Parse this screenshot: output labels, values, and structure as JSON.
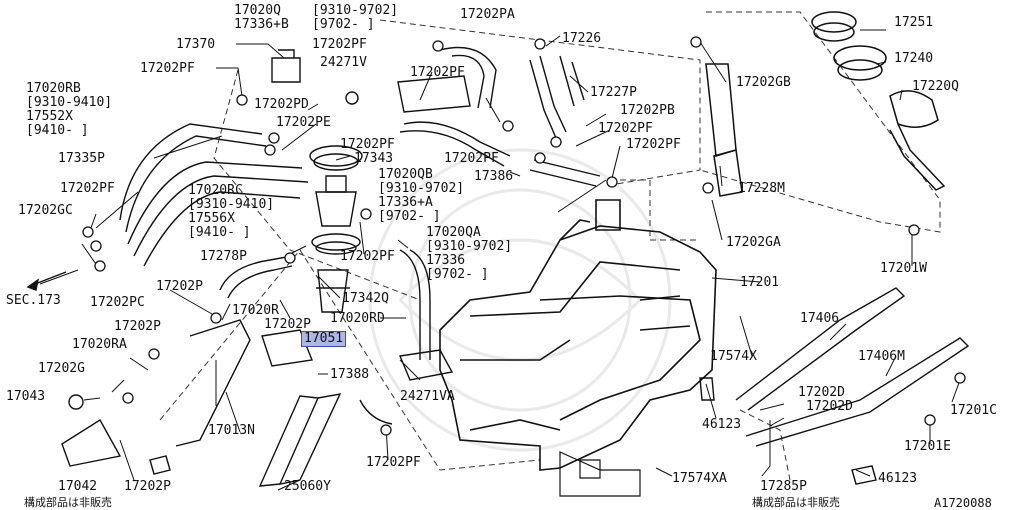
{
  "diagram": {
    "reference": "A1720088",
    "parts_note": "構成部品は非販売",
    "section_ref": "SEC.173",
    "highlight_color": "#aeb6e6",
    "labels": {
      "l17020q": "17020Q",
      "l17336b": "17336+B",
      "l9310a": "[9310-9702]",
      "l9702a": "[9702-   ]",
      "l17202pa": "17202PA",
      "l17251": "17251",
      "l17370": "17370",
      "l17202pf1": "17202PF",
      "l17226": "17226",
      "l17240": "17240",
      "l24271v": "24271V",
      "l17202gb": "17202GB",
      "l17202pf2": "17202PF",
      "l17202pf3": "17202PF",
      "l17220q": "17220Q",
      "l17020rb": "17020RB",
      "l9310b": "[9310-9410]",
      "l17202pd": "17202PD",
      "l17227p": "17227P",
      "l17552x": "17552X",
      "l17202pb": "17202PB",
      "l9410a": "[9410-    ]",
      "l17202pe": "17202PE",
      "l17202pf4": "17202PF",
      "l17202pf5": "17202PF",
      "l17335p": "17335P",
      "l17343": "17343",
      "l17202pf6": "17202PF",
      "l17386": "17386",
      "l17202pf7": "17202PF",
      "l17020qb": "17020QB",
      "l17228m": "17228M",
      "l17202pf8": "17202PF",
      "l17020rc": "17020RC",
      "l9310c": "[9310-9702]",
      "l9310d": "[9310-9410]",
      "l17336a": "17336+A",
      "l17202gc": "17202GC",
      "l9702b": "[9702-   ]",
      "l17556x": "17556X",
      "l17020qa": "17020QA",
      "l17202ga": "17202GA",
      "l9410b": "[9410-    ]",
      "l9310e": "[9310-9702]",
      "l17278p": "17278P",
      "l17202pf9": "17202PF",
      "l17336": "17336",
      "l17201w": "17201W",
      "l9702c": "[9702-   ]",
      "l17201": "17201",
      "l17202pc": "17202PC",
      "l17202p1": "17202P",
      "l17342q": "17342Q",
      "l17020r": "17020R",
      "l17406": "17406",
      "l17202p2": "17202P",
      "l17020rd": "17020RD",
      "l17202p3": "17202P",
      "l17051": "17051",
      "l17574x": "17574X",
      "l17406m": "17406M",
      "l17020ra": "17020RA",
      "l17202g": "17202G",
      "l17388": "17388",
      "l17043": "17043",
      "l24271va": "24271VA",
      "l17202d1": "17202D",
      "l17202d2": "17202D",
      "l17201c": "17201C",
      "l46123a": "46123",
      "l17013n": "17013N",
      "l17201e": "17201E",
      "l17202pf10": "17202PF",
      "l46123b": "46123",
      "l17574xa": "17574XA",
      "l17285p": "17285P",
      "l17042": "17042",
      "l17202p4": "17202P",
      "l25060y": "25060Y"
    }
  }
}
